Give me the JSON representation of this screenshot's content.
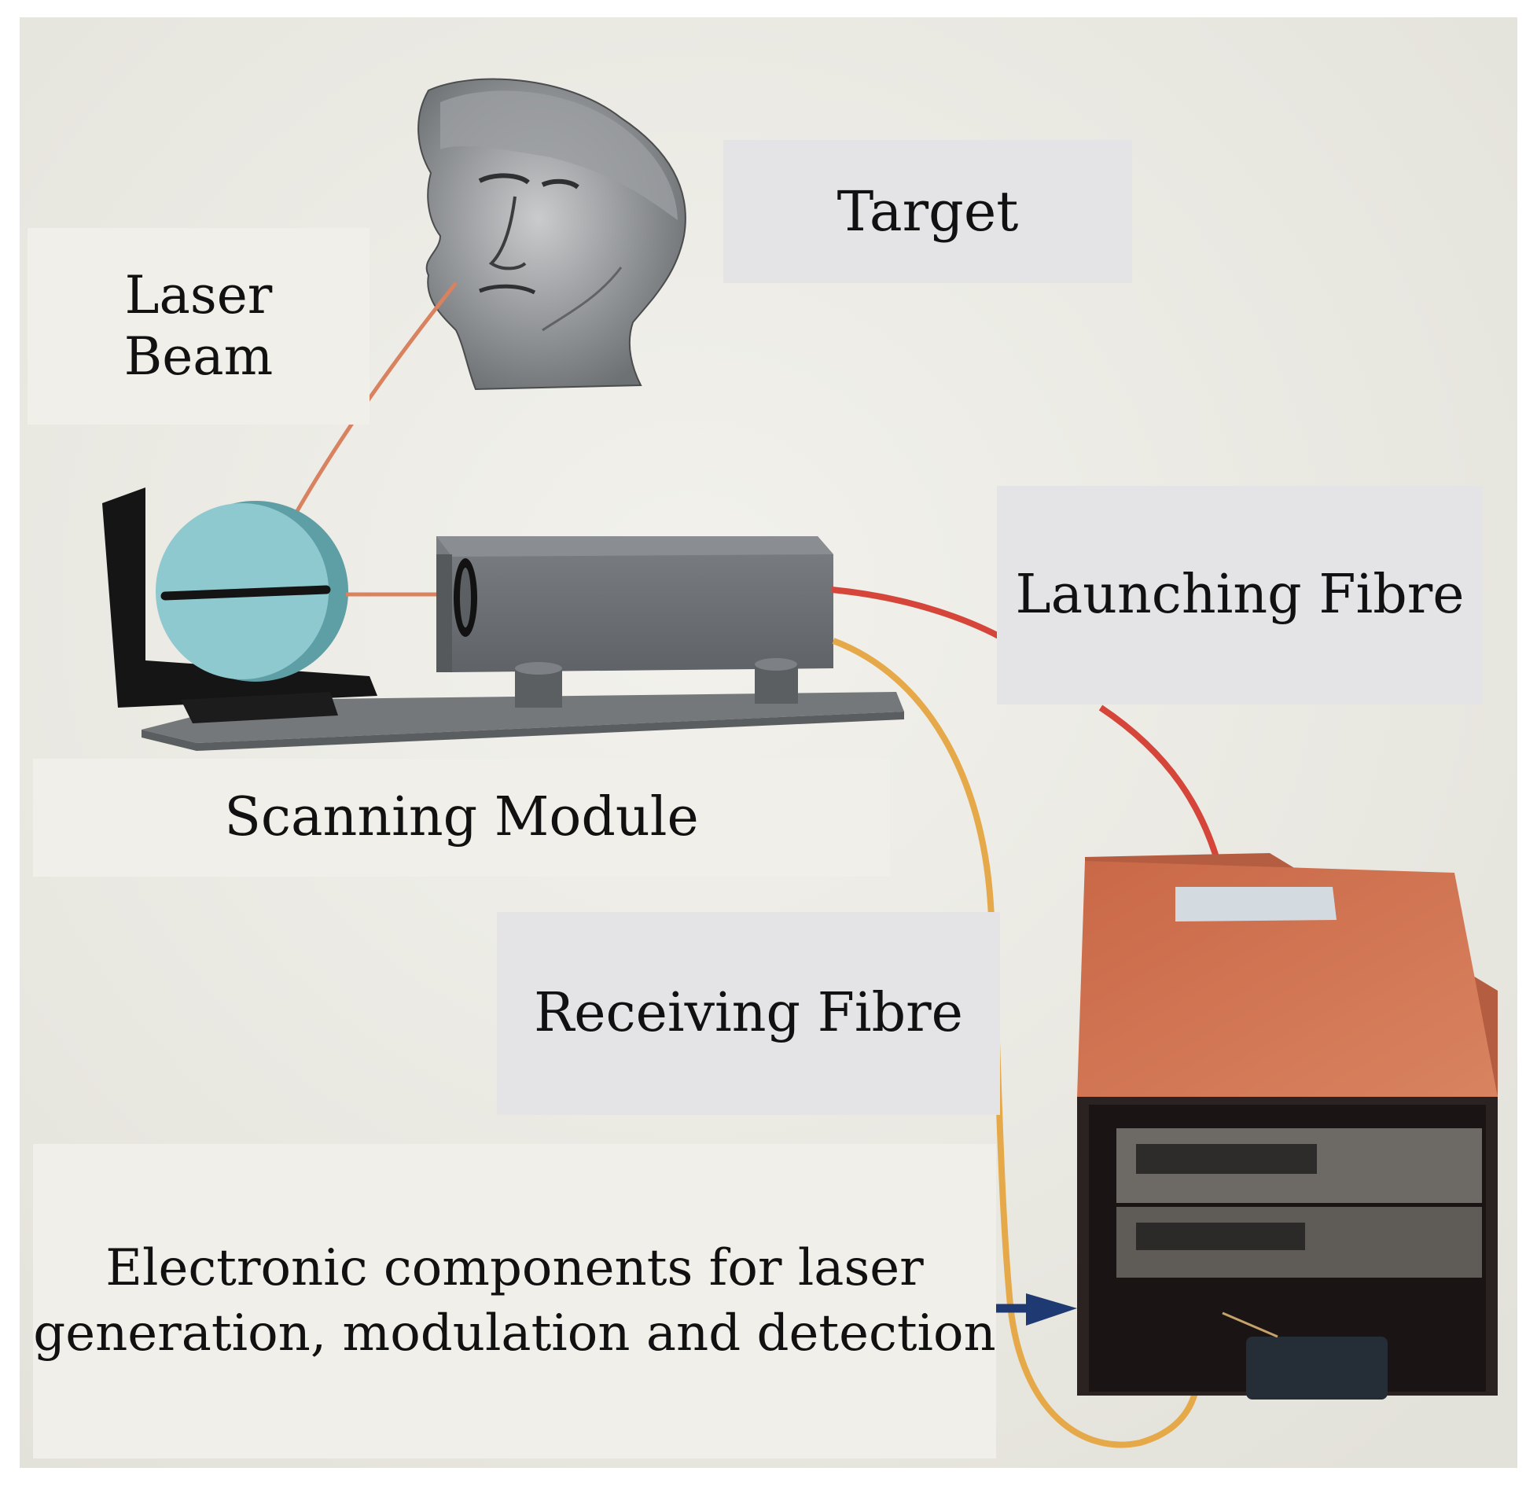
{
  "labels": {
    "target": "Target",
    "laser_beam": [
      "Laser",
      "Beam"
    ],
    "launching_fibre": "Launching Fibre",
    "scanning_module": "Scanning Module",
    "receiving_fibre": "Receiving Fibre",
    "electronics": [
      "Electronic components for laser",
      "generation, modulation and detection"
    ]
  },
  "colors": {
    "backdrop": "#ecebe4",
    "label_background": "#e4e4e6",
    "laser_beam": "#d9825f",
    "launching_fibre": "#d6453a",
    "receiving_fibre": "#e6a94a",
    "scanning_box": "#6f7377",
    "mirror": "#8ec9cf",
    "electronics_case": "#cc6a49",
    "arrow": "#1f3a72"
  },
  "icons": [
    "statue-head-icon",
    "mirror-icon",
    "scanning-box-icon",
    "electronics-case-icon",
    "arrow-icon"
  ]
}
